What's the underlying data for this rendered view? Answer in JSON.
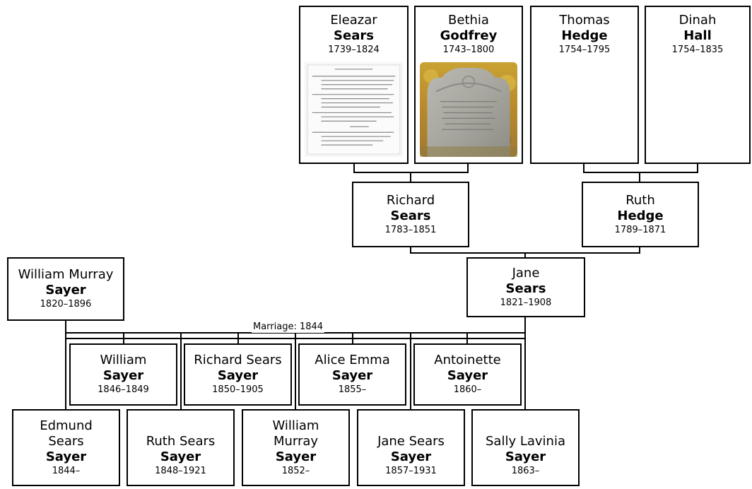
{
  "great_grandparents": [
    {
      "given": "Eleazar",
      "surname": "Sears",
      "years": "1739–1824",
      "media": "document-scan"
    },
    {
      "given": "Bethia",
      "surname": "Godfrey",
      "years": "1743–1800",
      "media": "gravestone-photo"
    },
    {
      "given": "Thomas",
      "surname": "Hedge",
      "years": "1754–1795"
    },
    {
      "given": "Dinah",
      "surname": "Hall",
      "years": "1754–1835"
    }
  ],
  "grandparents": [
    {
      "given": "Richard",
      "surname": "Sears",
      "years": "1783–1851"
    },
    {
      "given": "Ruth",
      "surname": "Hedge",
      "years": "1789–1871"
    }
  ],
  "couple": {
    "husband": {
      "given": "William Murray",
      "surname": "Sayer",
      "years": "1820–1896"
    },
    "wife": {
      "given": "Jane",
      "surname": "Sears",
      "years": "1821–1908"
    },
    "marriage_label": "Marriage: 1844"
  },
  "children_upper": [
    {
      "given": "William",
      "surname": "Sayer",
      "years": "1846–1849"
    },
    {
      "given": "Richard Sears",
      "surname": "Sayer",
      "years": "1850–1905"
    },
    {
      "given": "Alice Emma",
      "surname": "Sayer",
      "years": "1855–"
    },
    {
      "given": "Antoinette",
      "surname": "Sayer",
      "years": "1860–"
    }
  ],
  "children_lower": [
    {
      "given_lines": [
        "Edmund",
        "Sears"
      ],
      "surname": "Sayer",
      "years": "1844–"
    },
    {
      "given_lines": [
        "Ruth Sears"
      ],
      "surname": "Sayer",
      "years": "1848–1921"
    },
    {
      "given_lines": [
        "William",
        "Murray"
      ],
      "surname": "Sayer",
      "years": "1852–"
    },
    {
      "given_lines": [
        "Jane Sears"
      ],
      "surname": "Sayer",
      "years": "1857–1931"
    },
    {
      "given_lines": [
        "Sally Lavinia"
      ],
      "surname": "Sayer",
      "years": "1863–"
    }
  ],
  "colors": {
    "border": "#000000",
    "background": "#ffffff"
  }
}
